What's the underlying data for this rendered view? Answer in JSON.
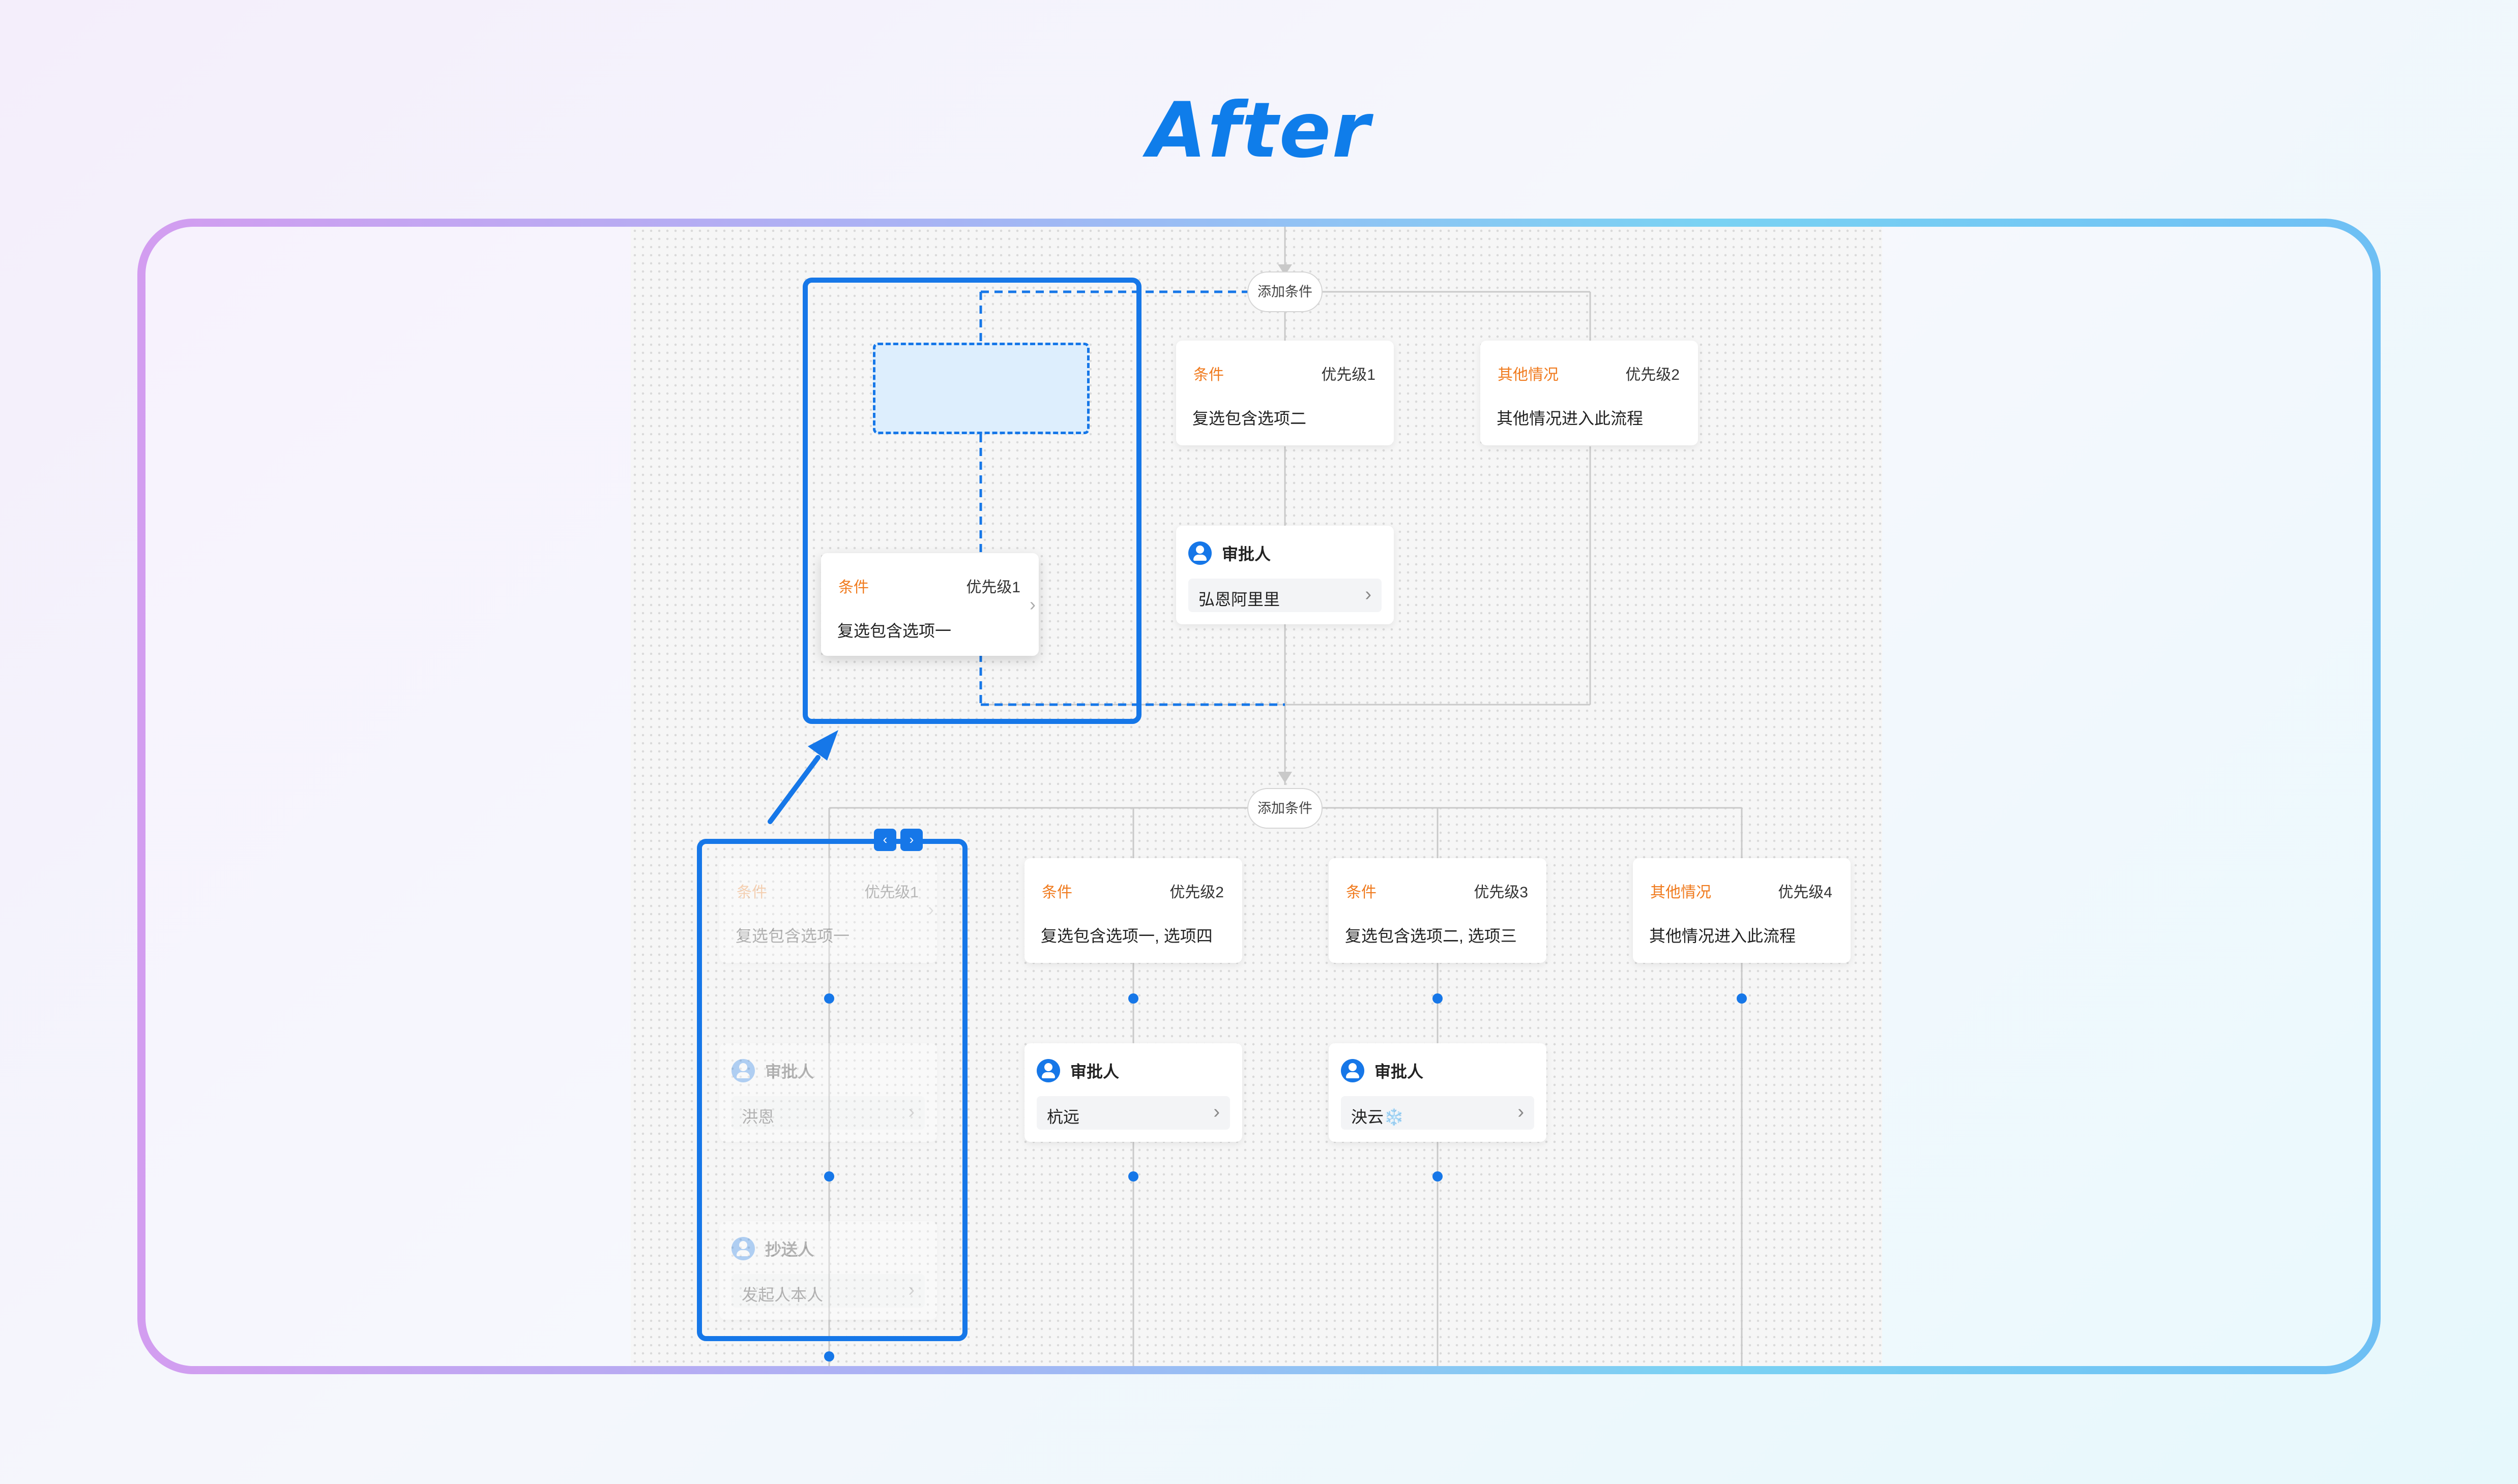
{
  "title": "After",
  "pills": {
    "add_condition": "添加条件"
  },
  "top": {
    "cond1": {
      "kind": "条件",
      "priority": "优先级1",
      "desc": "复选包含选项二"
    },
    "cond2": {
      "kind": "其他情况",
      "priority": "优先级2",
      "desc": "其他情况进入此流程"
    },
    "approver": {
      "role": "审批人",
      "value": "弘恩阿里里"
    },
    "dragged": {
      "kind": "条件",
      "priority": "优先级1",
      "desc": "复选包含选项一"
    }
  },
  "bottom": {
    "ghost_cond": {
      "kind": "条件",
      "priority": "优先级1",
      "desc": "复选包含选项一"
    },
    "ghost_approver": {
      "role": "审批人",
      "value": "洪恩"
    },
    "ghost_cc": {
      "role": "抄送人",
      "value": "发起人本人"
    },
    "cond2": {
      "kind": "条件",
      "priority": "优先级2",
      "desc": "复选包含选项一, 选项四"
    },
    "cond3": {
      "kind": "条件",
      "priority": "优先级3",
      "desc": "复选包含选项二, 选项三"
    },
    "cond4": {
      "kind": "其他情况",
      "priority": "优先级4",
      "desc": "其他情况进入此流程"
    },
    "approver2": {
      "role": "审批人",
      "value": "杭远"
    },
    "approver3": {
      "role": "审批人",
      "value": "泱云❄️"
    }
  },
  "colors": {
    "accent": "#1677e8",
    "condition": "#f07b1f"
  }
}
